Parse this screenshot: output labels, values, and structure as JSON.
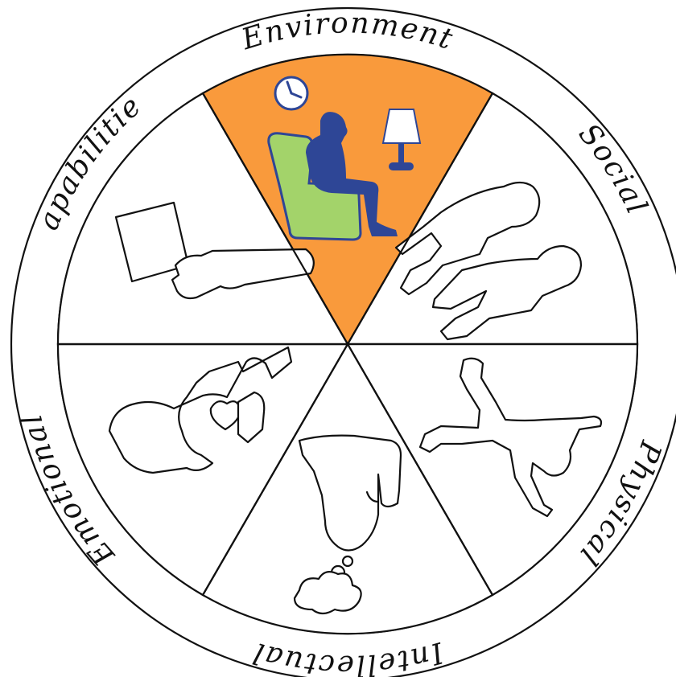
{
  "wheel": {
    "segments": [
      {
        "id": "environment",
        "label": "Environment",
        "highlighted": true
      },
      {
        "id": "social",
        "label": "Social",
        "highlighted": false
      },
      {
        "id": "physical",
        "label": "Physical",
        "highlighted": false
      },
      {
        "id": "intellectual",
        "label": "Intellectual",
        "highlighted": false
      },
      {
        "id": "emotional",
        "label": "Emotional",
        "highlighted": false
      },
      {
        "id": "capabilities",
        "label": "Capabilities",
        "highlighted": false
      }
    ],
    "colors": {
      "highlight_fill": "#F99A3C",
      "chair_green": "#A3D36A",
      "person_blue": "#2E4696",
      "lamp_blue": "#2E4696",
      "outline": "#111111",
      "background": "#FFFFFF"
    },
    "icons": {
      "environment": [
        "clock-icon",
        "armchair-icon",
        "seated-person-icon",
        "lamp-icon"
      ],
      "social": [
        "two-people-walking-icon"
      ],
      "physical": [
        "stretching-person-icon"
      ],
      "intellectual": [
        "thinking-person-icon",
        "thought-bubble-icon"
      ],
      "emotional": [
        "person-with-heart-icon"
      ],
      "capabilities": [
        "hand-holding-paper-icon"
      ]
    }
  }
}
